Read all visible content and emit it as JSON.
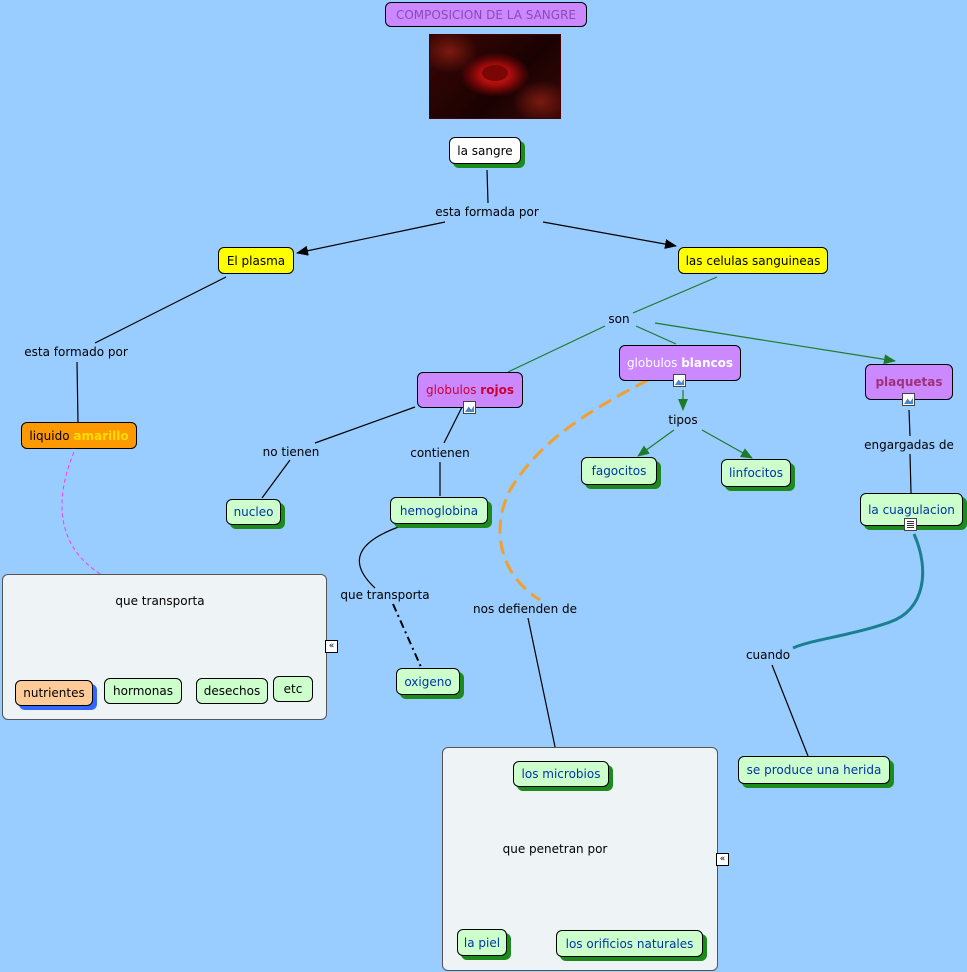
{
  "title": "COMPOSICION DE LA SANGRE",
  "colors": {
    "background": "#99ccff",
    "link": "#000000",
    "link_green": "#1d7a2a",
    "dashed_orange": "#f0a030",
    "teal": "#1a8090",
    "magenta": "#ff33ff"
  },
  "nodes": {
    "la_sangre": "la sangre",
    "plasma": "El plasma",
    "celulas": "las celulas sanguineas",
    "liquido_a": "liquido ",
    "liquido_b": "amarillo",
    "rojos_a": "globulos ",
    "rojos_b": "rojos",
    "blancos_a": "globulos ",
    "blancos_b": "blancos",
    "plaquetas": "plaquetas",
    "nucleo": "nucleo",
    "hemoglobina": "hemoglobina",
    "fagocitos": "fagocitos",
    "linfocitos": "linfocitos",
    "cuagulacion": "la cuagulacion",
    "oxigeno": "oxigeno",
    "nutrientes": "nutrientes",
    "hormonas": "hormonas",
    "desechos": "desechos",
    "etc": "etc",
    "herida": "se produce una herida",
    "microbios": "los microbios",
    "piel": "la piel",
    "orificios": "los orificios naturales"
  },
  "labels": {
    "formada": "esta formada por",
    "formado": "esta formado por",
    "son": "son",
    "no_tienen": "no tienen",
    "contienen": "contienen",
    "tipos": "tipos",
    "engargadas": "engargadas de",
    "transporta1": "que transporta",
    "transporta2": "que transporta",
    "defienden": "nos defienden de",
    "cuando": "cuando",
    "penetran": "que penetran por"
  },
  "collapse_glyph": "«"
}
